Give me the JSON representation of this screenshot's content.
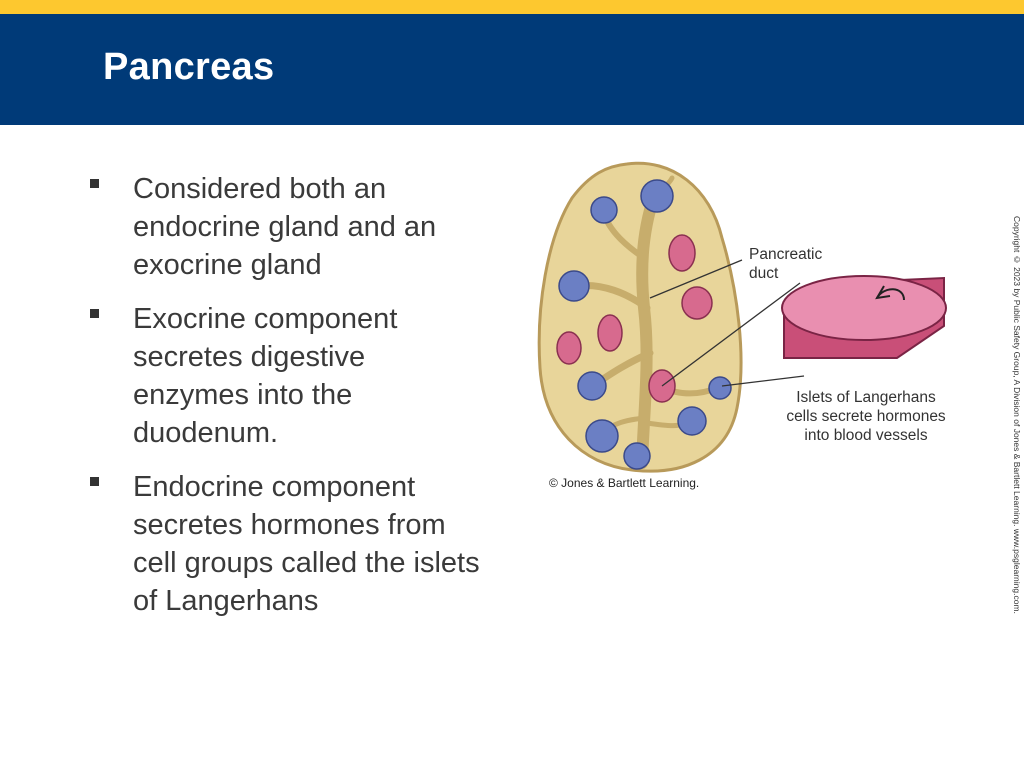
{
  "slide": {
    "title": "Pancreas",
    "bullets": [
      "Considered both an endocrine gland and an exocrine gland",
      "Exocrine component secretes digestive enzymes into the duodenum.",
      "Endocrine component secretes hormones from cell groups called the islets of Langerhans"
    ]
  },
  "figure": {
    "labels": {
      "duct_line1": "Pancreatic",
      "duct_line2": "duct",
      "islets_line1": "Islets of Langerhans",
      "islets_line2": "cells secrete hormones",
      "islets_line3": "into blood vessels"
    },
    "credit": "© Jones & Bartlett Learning."
  },
  "copyright": "Copyright © 2023 by Public Safety Group, A Division of Jones & Bartlett Learning. www.psglearning.com.",
  "colors": {
    "accent_stripe": "#fdc82f",
    "header": "#003a78",
    "gland": "#e8d59a",
    "acini": "#6b7fc4",
    "islets": "#d76a8e"
  }
}
